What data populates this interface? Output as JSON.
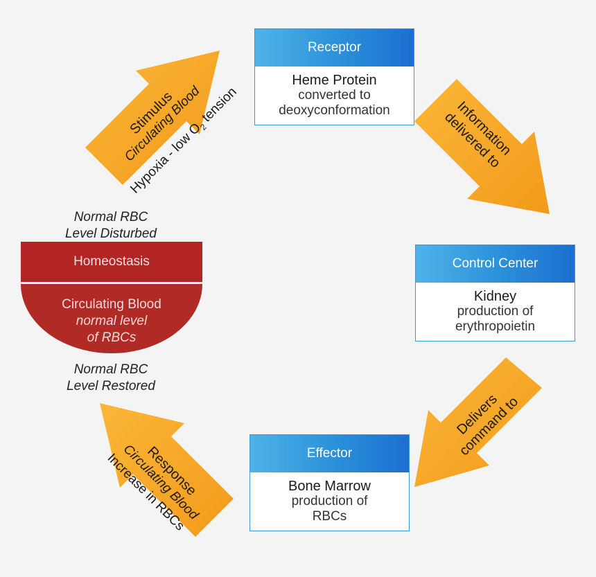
{
  "colors": {
    "background": "#f4f4f4",
    "arrow_orange": "#f6a623",
    "box_header_blue": "#2a8fd9",
    "homeostasis_red": "#b32424"
  },
  "receptor": {
    "header": "Receptor",
    "main": "Heme Protein",
    "line2": "converted to",
    "line3": "deoxyconformation"
  },
  "control_center": {
    "header": "Control Center",
    "main": "Kidney",
    "line2": "production of",
    "line3": "erythropoietin"
  },
  "effector": {
    "header": "Effector",
    "main": "Bone Marrow",
    "line2": "production of",
    "line3": "RBCs"
  },
  "stimulus_arrow": {
    "title": "Stimulus",
    "subtitle": "Circulating Blood",
    "caption_prefix": "Hypoxia - low O",
    "caption_subscript": "2",
    "caption_suffix": " tension"
  },
  "info_arrow": {
    "line1": "Information",
    "line2": "delivered to"
  },
  "command_arrow": {
    "line1": "Delivers",
    "line2": "command to"
  },
  "response_arrow": {
    "title": "Response",
    "subtitle": "Circulating Blood",
    "caption": "Increase in RBCs"
  },
  "homeostasis": {
    "label": "Homeostasis",
    "bowl_line1": "Circulating Blood",
    "bowl_line2": "normal level",
    "bowl_line3": "of RBCs"
  },
  "notes": {
    "disturbed_line1": "Normal RBC",
    "disturbed_line2": "Level Disturbed",
    "restored_line1": "Normal RBC",
    "restored_line2": "Level Restored"
  }
}
